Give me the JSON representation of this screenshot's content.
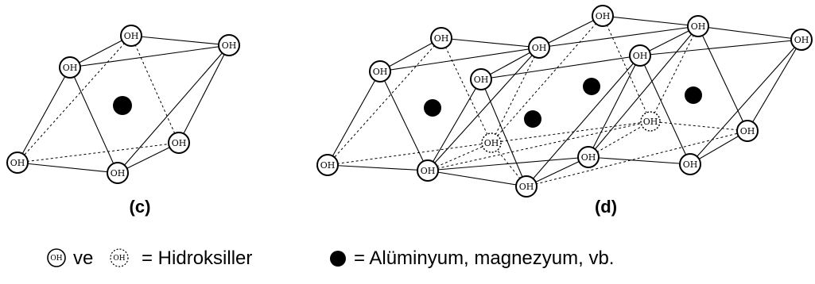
{
  "diagram": {
    "node_label": "OH",
    "figure_c_label": "(c)",
    "figure_d_label": "(d)"
  },
  "legend": {
    "hydroxyl_symbol_solid": "OH",
    "connector": "ve",
    "hydroxyl_symbol_dashed": "OH",
    "hydroxyl_text": "= Hidroksiller",
    "metal_text": "= Alüminyum, magnezyum, vb."
  }
}
